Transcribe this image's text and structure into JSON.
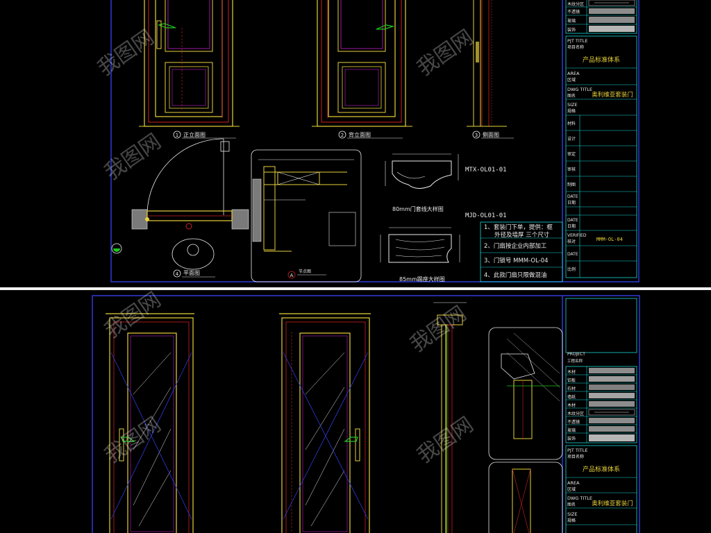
{
  "colors": {
    "background": "#000000",
    "border_blue": "#2d3bd8",
    "cyan": "#19d7d7",
    "yellow": "#e8d23a",
    "red": "#d02020",
    "white": "#ececec",
    "green": "#1ec81e",
    "magenta": "#c21fc9",
    "gray": "#7a7a7a"
  },
  "top_sheet": {
    "views": {
      "front_num": "1",
      "front_label": "正立面图",
      "back_num": "2",
      "back_label": "背立面图",
      "side_num": "3",
      "side_label": "侧面图",
      "plan_num": "4",
      "plan_label": "平面图",
      "section_num": "A",
      "section_label": "节点图"
    },
    "casing_label": "80mm门套线大样图",
    "casing_code": "MTX-OL01-01",
    "base_label": "85mm踢座大样图",
    "base_code": "MJD-OL01-01",
    "notes": [
      "1、套装门下单，提供：框",
      "外径及墙厚 三个尺寸",
      "2、门扇按企业内部加工",
      "3、门锁号 MMM-OL-04",
      "4、此款门扇只限做混油"
    ],
    "title_block": {
      "mat_rows": [
        {
          "label": "木纹分区"
        },
        {
          "label": "不透镜"
        },
        {
          "label": "玻璃"
        },
        {
          "label": "装饰"
        }
      ],
      "pjt_title_en": "PJT TITLE",
      "pjt_title_cn": "项目名称",
      "pjt_value": "产品标准体系",
      "area_en": "AREA",
      "area_cn": "区域",
      "dwg_title_en": "DWG TITLE",
      "dwg_title_cn": "图名",
      "dwg_value": "奥利维亚套装门",
      "size_en": "SIZE",
      "size_cn": "规格",
      "rows_cn": [
        "材料",
        "设计",
        "审定",
        "审核",
        "制图"
      ],
      "date_en": "DATE",
      "date_cn": "日期",
      "verified_en": "VERIFIED",
      "verified_cn": "核对",
      "drawing_no": "MMM-OL-04",
      "scale": "比例"
    }
  },
  "bottom_sheet": {
    "title_block": {
      "project_en": "PROJECT",
      "project_cn": "工程名称",
      "mat_rows": [
        {
          "label": "木材"
        },
        {
          "label": "铝板"
        },
        {
          "label": "石材"
        },
        {
          "label": "墙纸"
        },
        {
          "label": "木材"
        },
        {
          "label": "木纹分区"
        },
        {
          "label": "不透镜"
        },
        {
          "label": "玻璃"
        },
        {
          "label": "装饰"
        }
      ],
      "pjt_title_en": "PJT TITLE",
      "pjt_title_cn": "项目名称",
      "pjt_value": "产品标准体系",
      "area_en": "AREA",
      "area_cn": "区域",
      "dwg_title_en": "DWG TITLE",
      "dwg_title_cn": "图名",
      "dwg_value": "奥利维亚套装门",
      "size_en": "SIZE",
      "size_cn": "规格"
    }
  },
  "watermark": {
    "text": "我图网",
    "mark": "5"
  }
}
